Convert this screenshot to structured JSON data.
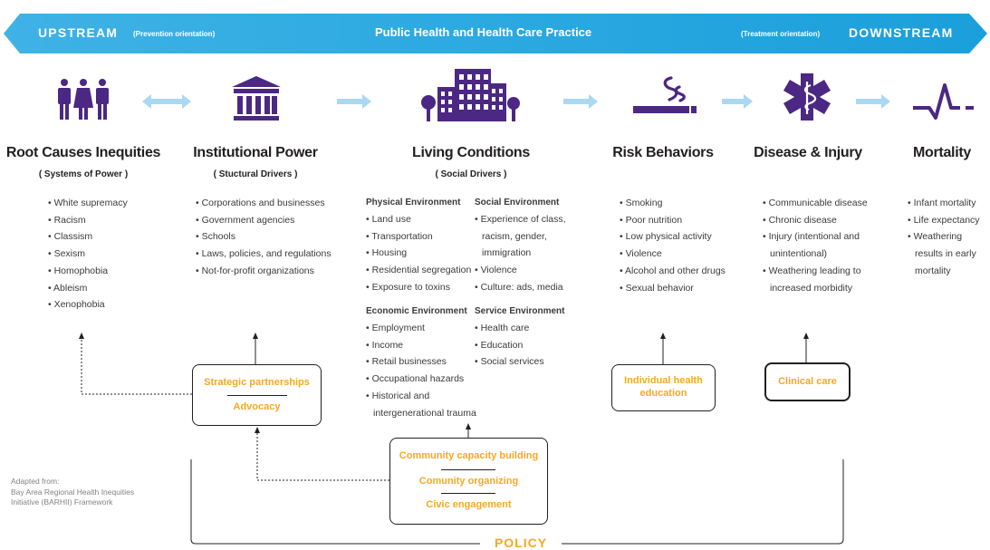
{
  "banner": {
    "upstream": "UPSTREAM",
    "prevention": "(Prevention orientation)",
    "center": "Public Health and Health Care Practice",
    "treatment": "(Treatment orientation)",
    "downstream": "DOWNSTREAM"
  },
  "colors": {
    "banner_light": "#bfe4f6",
    "banner_dark": "#1fa6e0",
    "icon_purple": "#4b2883",
    "accent_orange": "#f7a823",
    "arrow_light": "#a9d9f2"
  },
  "stages": {
    "root": {
      "icon": "people-icon",
      "title": "Root Causes Inequities",
      "subtitle": "( Systems of Power )",
      "items": [
        "White supremacy",
        "Racism",
        "Classism",
        "Sexism",
        "Homophobia",
        "Ableism",
        "Xenophobia"
      ]
    },
    "institutional": {
      "icon": "institution-building-icon",
      "title": "Institutional Power",
      "subtitle": "( Stuctural Drivers )",
      "items": [
        "Corporations and businesses",
        "Government agencies",
        "Schools",
        "Laws, policies, and regulations",
        "Not-for-profit organizations"
      ]
    },
    "living": {
      "icon": "city-buildings-icon",
      "title": "Living Conditions",
      "subtitle": "( Social Drivers )",
      "physical": {
        "heading": "Physical Environment",
        "items": [
          "Land use",
          "Transportation",
          "Housing",
          "Residential segregation",
          "Exposure to toxins"
        ]
      },
      "social": {
        "heading": "Social Environment",
        "items": [
          "Experience of class, racism, gender, immigration",
          "Violence",
          "Culture: ads, media"
        ]
      },
      "economic": {
        "heading": "Economic Environment",
        "items": [
          "Employment",
          "Income",
          "Retail businesses",
          "Occupational hazards",
          "Historical and intergenerational trauma"
        ]
      },
      "service": {
        "heading": "Service Environment",
        "items": [
          "Health care",
          "Education",
          "Social services"
        ]
      }
    },
    "risk": {
      "icon": "cigarette-smoke-icon",
      "title": "Risk Behaviors",
      "items": [
        "Smoking",
        "Poor nutrition",
        "Low physical activity",
        "Violence",
        "Alcohol and other drugs",
        "Sexual behavior"
      ]
    },
    "disease": {
      "icon": "star-of-life-icon",
      "title": "Disease & Injury",
      "items": [
        "Communicable disease",
        "Chronic disease",
        "Injury (intentional and unintentional)",
        "Weathering leading to increased morbidity"
      ]
    },
    "mortality": {
      "icon": "heartbeat-line-icon",
      "title": "Mortality",
      "items": [
        "Infant mortality",
        "Life expectancy",
        "Weathering results in early mortality"
      ]
    }
  },
  "interventions": {
    "strategic": "Strategic partnerships",
    "advocacy": "Advocacy",
    "community_capacity": "Community capacity building",
    "community_organizing": "Comunity organizing",
    "civic": "Civic engagement",
    "individual_education": "Individual health education",
    "clinical": "Clinical care"
  },
  "credit": {
    "line1": "Adapted from:",
    "line2": "Bay Area Regional Health Inequities",
    "line3": "Initiative (BARHII) Framework"
  },
  "policy": "POLICY"
}
